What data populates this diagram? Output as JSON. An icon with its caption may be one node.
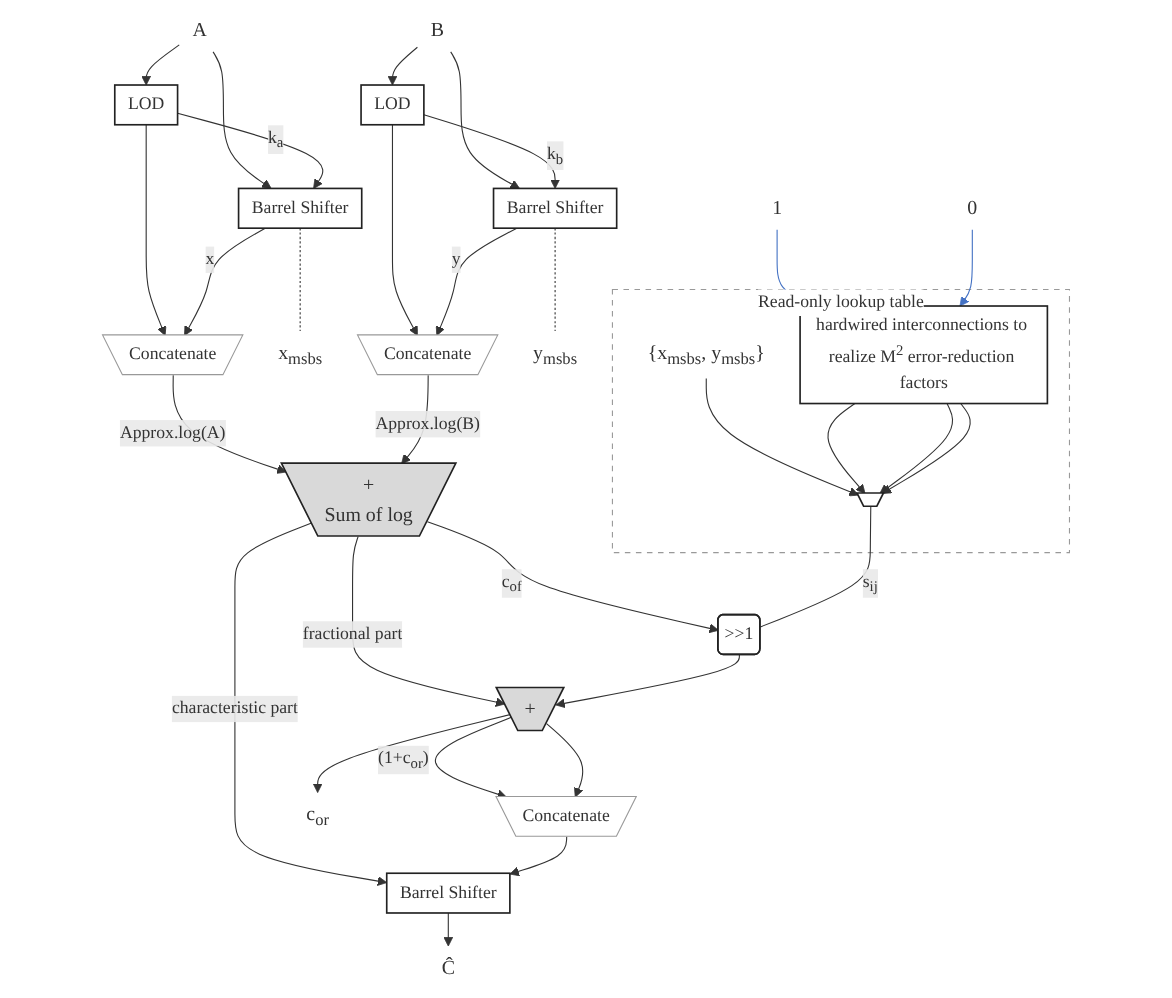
{
  "diagram": {
    "nodes": [
      {
        "text": [
          "A"
        ]
      },
      {
        "text": [
          "LOD"
        ]
      },
      {
        "text": [
          "Barrel Shifter"
        ]
      },
      {
        "text": [
          "Concatenate"
        ]
      },
      {
        "text": [
          "x$_{msbs}$"
        ]
      },
      {
        "text": [
          "B"
        ]
      },
      {
        "text": [
          "LOD"
        ]
      },
      {
        "text": [
          "Barrel Shifter"
        ]
      },
      {
        "text": [
          "Concatenate"
        ]
      },
      {
        "text": [
          "y$_{msbs}$"
        ]
      },
      {
        "text": [
          "+",
          "Sum of log"
        ]
      },
      {
        "text": [
          "Read-only lookup table"
        ]
      },
      {
        "text": [
          "{x$_{msbs}$, y$_{msbs}$}"
        ],
        "in": 11
      },
      {
        "text": [],
        "shape": "trapezoid",
        "in": 11
      },
      {
        "text": [
          "hardwired interconnections to realize M$^{2}$ error-reduction factors"
        ],
        "in": 11
      },
      {
        "text": [
          "1"
        ]
      },
      {
        "text": [
          "0"
        ]
      },
      {
        "text": [
          ">>1"
        ]
      },
      {
        "text": [
          "+"
        ]
      },
      {
        "text": [
          "c$_{or}$"
        ]
      },
      {
        "text": [
          "Concatenate"
        ]
      },
      {
        "text": [
          "Barrel Shifter"
        ]
      },
      {
        "text": [
          "Ĉ"
        ]
      }
    ],
    "edges": [
      {
        "from": 0,
        "to": 1,
        "arrow": "to"
      },
      {
        "from": 0,
        "to": 2,
        "arrow": "to"
      },
      {
        "from": 1,
        "to": 2,
        "arrow": "to",
        "label": "k$_{a}$"
      },
      {
        "from": 1,
        "to": 3,
        "arrow": "to"
      },
      {
        "from": 2,
        "to": 3,
        "arrow": "to",
        "label": "x"
      },
      {
        "from": 2,
        "to": 4,
        "arrow": "none",
        "style": "dashed"
      },
      {
        "from": 3,
        "to": 10,
        "arrow": "to",
        "label": "Approx.log(A)"
      },
      {
        "from": 5,
        "to": 6,
        "arrow": "to"
      },
      {
        "from": 5,
        "to": 7,
        "arrow": "to"
      },
      {
        "from": 6,
        "to": 7,
        "arrow": "to",
        "label": "k$_{b}$"
      },
      {
        "from": 6,
        "to": 8,
        "arrow": "to"
      },
      {
        "from": 7,
        "to": 8,
        "arrow": "to",
        "label": "y"
      },
      {
        "from": 7,
        "to": 9,
        "arrow": "none",
        "style": "dashed"
      },
      {
        "from": 8,
        "to": 10,
        "arrow": "to",
        "label": "Approx.log(B)"
      },
      {
        "from": 10,
        "to": 17,
        "arrow": "to",
        "label": "c$_{of}$"
      },
      {
        "from": 10,
        "to": 18,
        "arrow": "to",
        "label": "fractional part"
      },
      {
        "from": 10,
        "to": 21,
        "arrow": "to",
        "label": "characteristic part"
      },
      {
        "from": 12,
        "to": 13,
        "arrow": "to"
      },
      {
        "from": 14,
        "to": 13,
        "arrow": "to"
      },
      {
        "from": 14,
        "to": 13,
        "arrow": "to"
      },
      {
        "from": 14,
        "to": 13,
        "arrow": "to"
      },
      {
        "from": 15,
        "to": 14,
        "arrow": "to",
        "color": "#4472c4"
      },
      {
        "from": 16,
        "to": 14,
        "arrow": "to",
        "color": "#4472c4"
      },
      {
        "from": 13,
        "to": 17,
        "arrow": "none",
        "label": "s$_{ij}$"
      },
      {
        "from": 17,
        "to": 18,
        "arrow": "to"
      },
      {
        "from": 18,
        "to": 19,
        "arrow": "to"
      },
      {
        "from": 18,
        "to": 20,
        "arrow": "to",
        "label": "(1+c$_{or}$)"
      },
      {
        "from": 18,
        "to": 20,
        "arrow": "to"
      },
      {
        "from": 20,
        "to": 21,
        "arrow": "to"
      },
      {
        "from": 21,
        "to": 22,
        "arrow": "to"
      }
    ]
  }
}
